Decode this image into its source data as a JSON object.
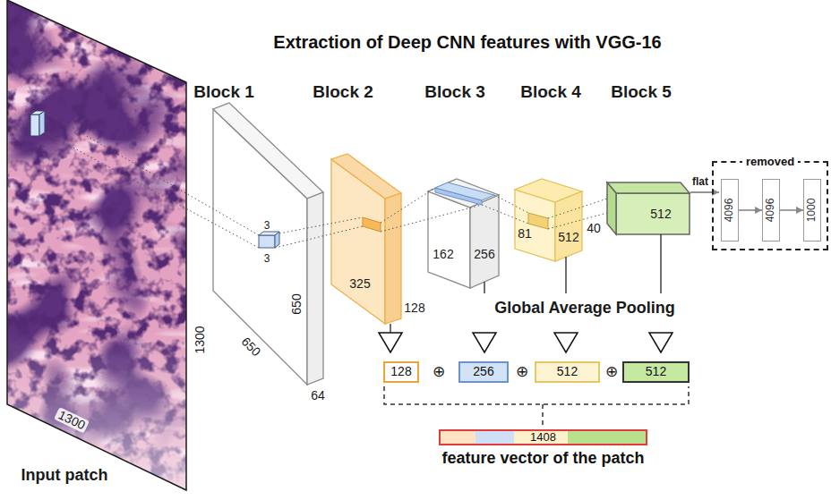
{
  "diagram": {
    "title": "Extraction of Deep CNN features with VGG-16",
    "nodes": [
      {
        "text": [
          "removed"
        ]
      },
      {
        "text": [
          "4096"
        ],
        "in": 0
      },
      {
        "text": [
          "4096"
        ],
        "in": 0
      },
      {
        "text": [
          "1000"
        ],
        "in": 0
      },
      {
        "text": [
          "128"
        ]
      },
      {
        "text": [
          "256"
        ]
      },
      {
        "text": [
          "512"
        ]
      },
      {
        "text": [
          "512"
        ]
      },
      {
        "text": [
          "1408",
          "feature vector of the patch"
        ]
      }
    ],
    "edges": [
      {
        "from": 1,
        "to": 2,
        "arrow": "to"
      },
      {
        "from": 2,
        "to": 3,
        "arrow": "to"
      }
    ],
    "labels": [
      "Block 1",
      "Block 2",
      "Block 3",
      "Block 4",
      "Block 5",
      "flat",
      "3",
      "3",
      "650",
      "1300",
      "162",
      "256",
      "81",
      "512",
      "40",
      "512",
      "325",
      "128",
      "650",
      "Global Average Pooling",
      "64",
      "1300",
      "⊕",
      "⊕",
      "⊕",
      "Input patch"
    ]
  }
}
